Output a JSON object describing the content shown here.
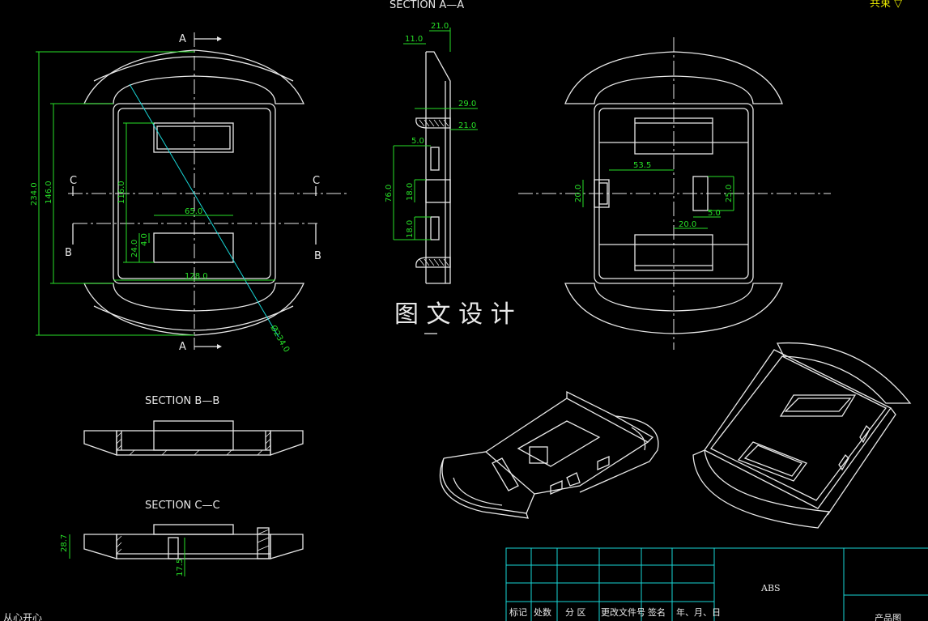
{
  "colors": {
    "background": "#000000",
    "lines": "#e8e8e8",
    "dimensions": "#27e027",
    "cyan": "#19d6d6",
    "yellow": "#e6e600"
  },
  "top_right": {
    "text": "共束 ▽"
  },
  "front_view": {
    "label_a_top": "A",
    "label_a_bottom": "A",
    "label_c_left": "C",
    "label_c_right": "C",
    "label_b_left": "B",
    "label_b_right": "B",
    "dims": {
      "overall_h": "234.0",
      "h146": "146.0",
      "h116": "116.0",
      "w65": "65.0",
      "h24": "24.0",
      "h4": "4.0",
      "w128": "128.0",
      "dia": "Ø234.0"
    }
  },
  "section_aa": {
    "title": "SECTION A—A",
    "dims": {
      "d21_top": "21.0",
      "d11": "11.0",
      "d29": "29.0",
      "d21_mid": "21.0",
      "d5": "5.0",
      "d76": "76.0",
      "d18a": "18.0",
      "d18b": "18.0"
    }
  },
  "watermark": {
    "text": "图 文 设 计"
  },
  "back_view": {
    "dims": {
      "d53_5": "53.5",
      "d20_left": "20.0",
      "d25": "25.0",
      "d20_bottom": "20.0",
      "d5": "5.0"
    }
  },
  "section_bb": {
    "title": "SECTION B—B"
  },
  "section_cc": {
    "title": "SECTION C—C",
    "dims": {
      "d28_7": "28.7",
      "d17_5": "17.5"
    }
  },
  "bottom_left": {
    "text": "从心开心"
  },
  "title_block": {
    "material": "ABS",
    "headers": [
      "标记",
      "处数",
      "分 区",
      "更改文件号",
      "签名",
      "年、月、日"
    ],
    "product_label": "产品图"
  }
}
